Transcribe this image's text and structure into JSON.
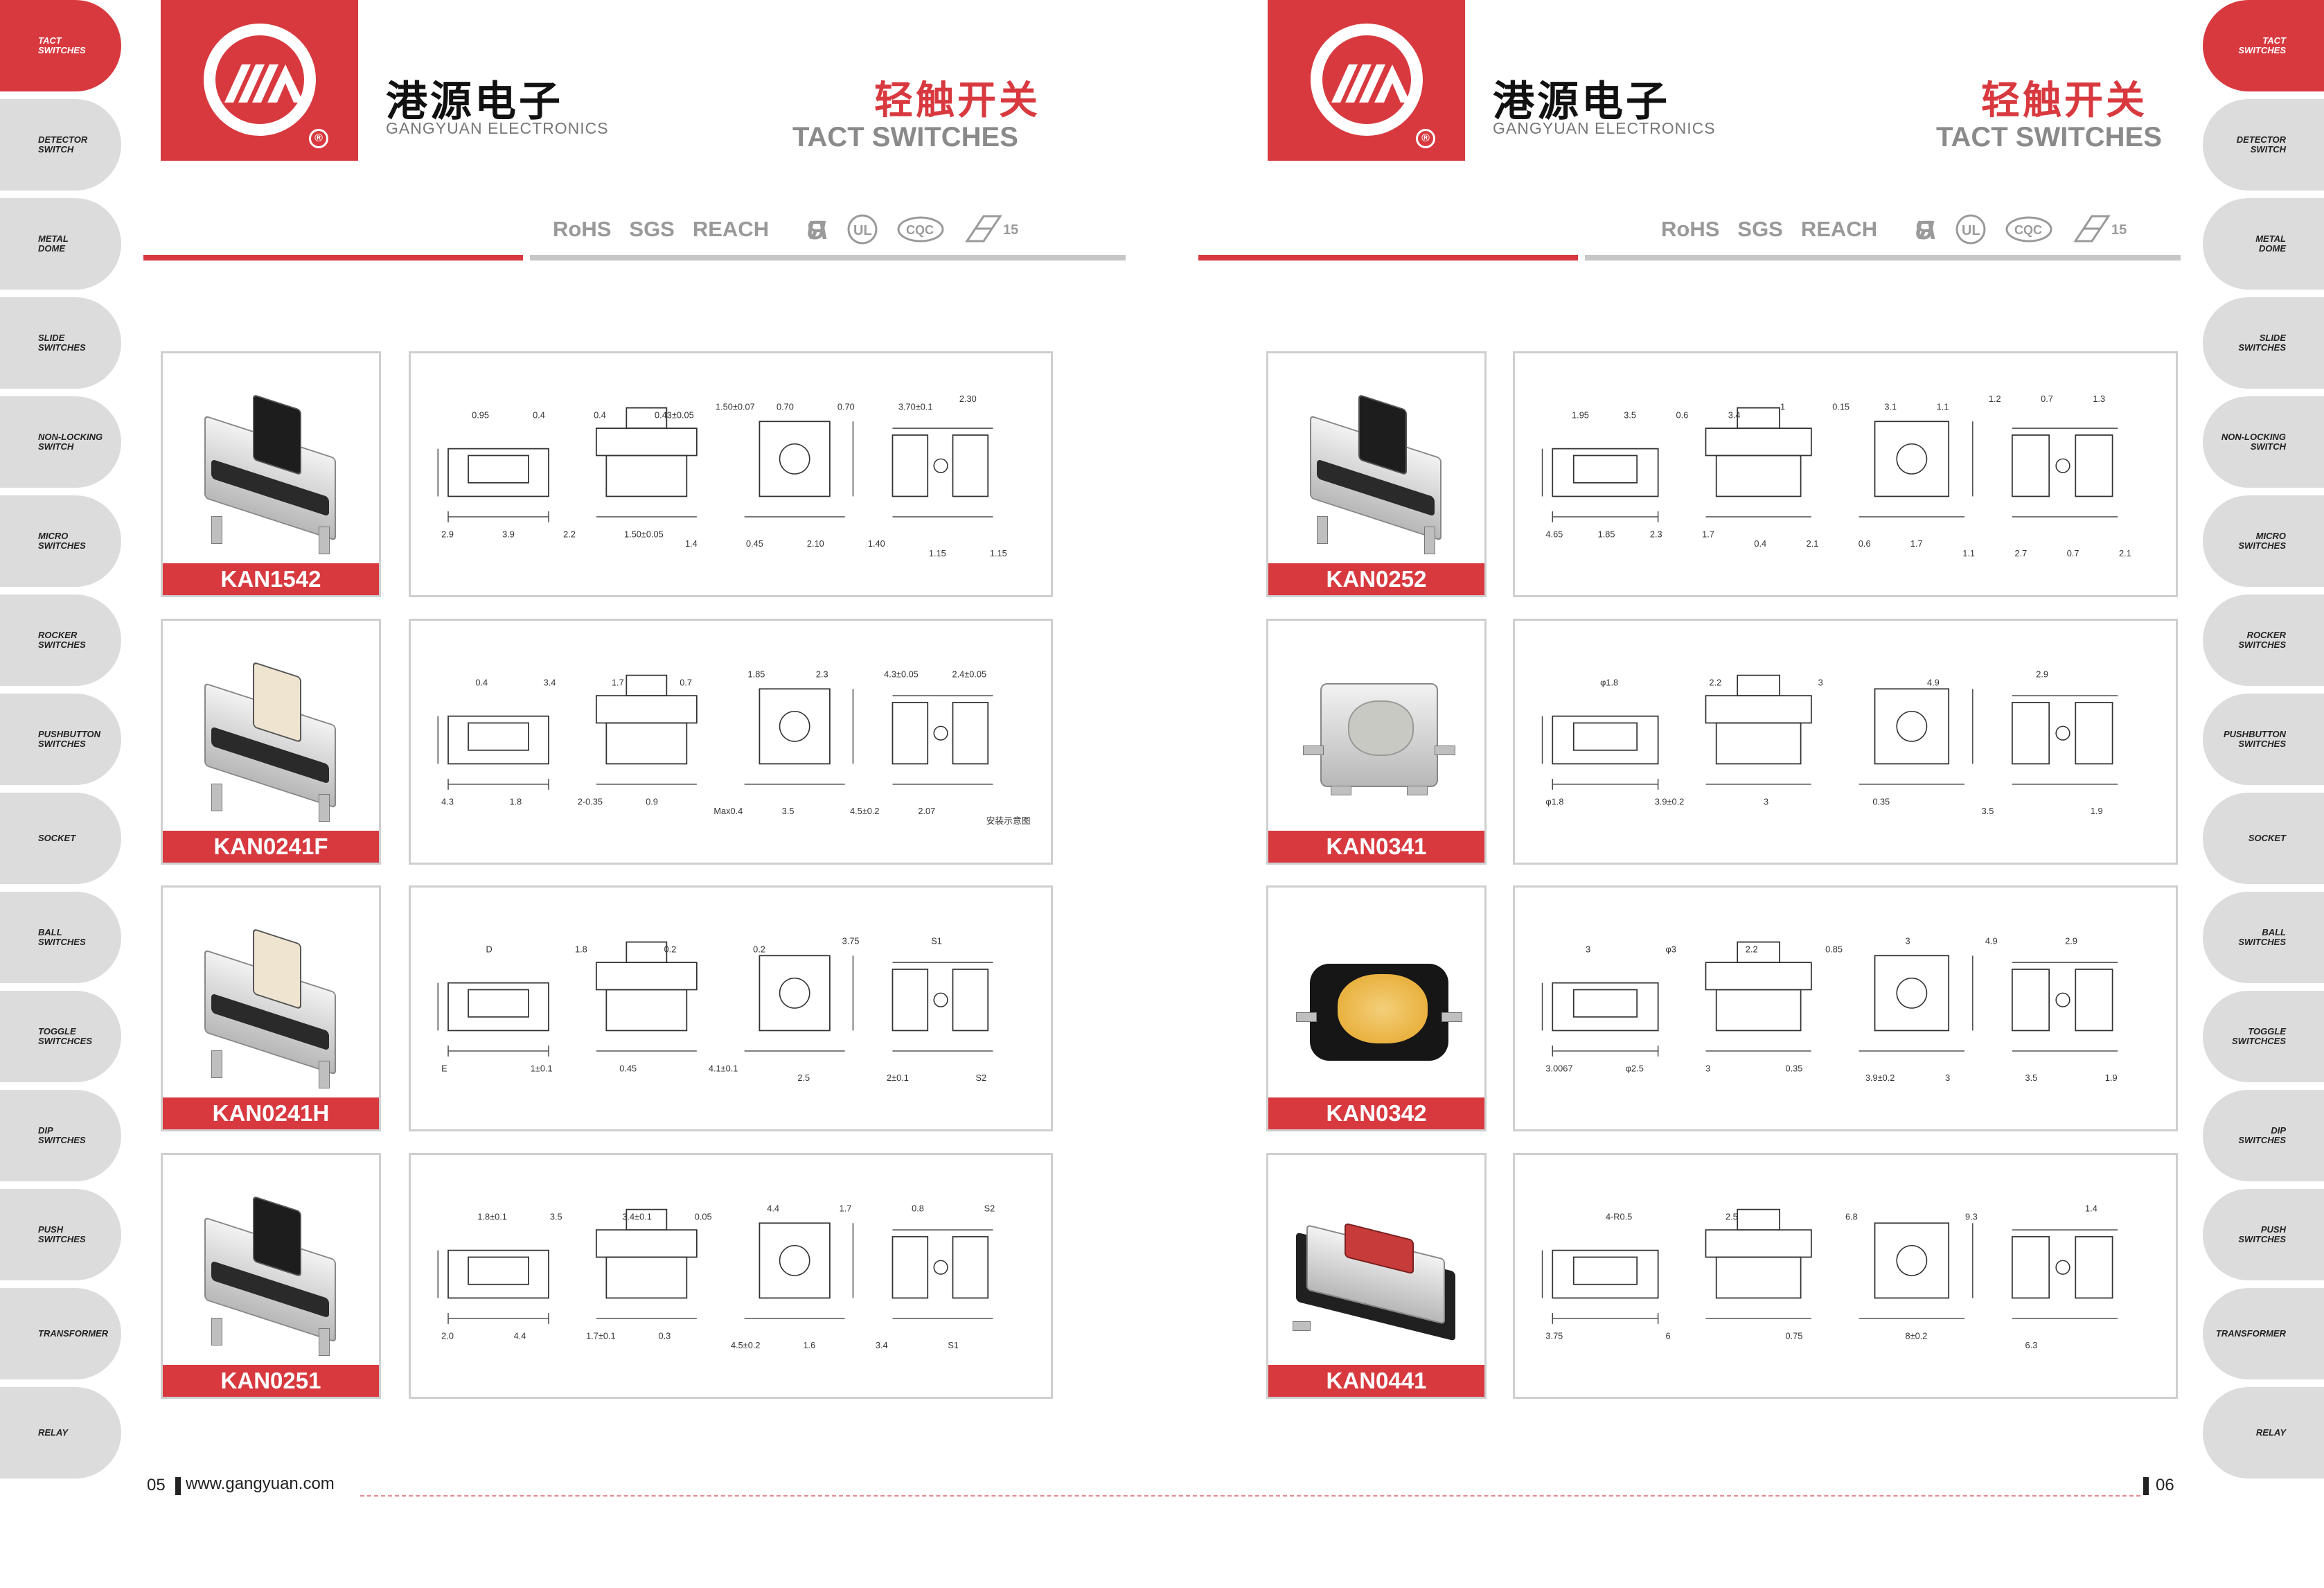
{
  "tabs": [
    "TACT\nSWITCHES",
    "DETECTOR\nSWITCH",
    "METAL\nDOME",
    "SLIDE\nSWITCHES",
    "NON-LOCKING\nSWITCH",
    "MICRO\nSWITCHES",
    "ROCKER\nSWITCHES",
    "PUSHBUTTON\nSWITCHES",
    "SOCKET",
    "BALL\nSWITCHES",
    "TOGGLE\nSWITCHCES",
    "DIP\nSWITCHES",
    "PUSH\nSWITCHES",
    "TRANSFORMER",
    "RELAY"
  ],
  "brand": {
    "cn": "港源电子",
    "en": "GANGYUAN ELECTRONICS",
    "reg": "®"
  },
  "title": {
    "cn": "轻触开关",
    "en": "TACT SWITCHES"
  },
  "certs": {
    "rohs": "RoHS",
    "sgs": "SGS",
    "reach": "REACH",
    "ul": "UL",
    "cqc": "CQC",
    "ce": "15"
  },
  "colors": {
    "accent": "#d8393f",
    "tab_grey": "#dcdcdc",
    "rule_grey": "#c6c6c6"
  },
  "products_left": [
    {
      "model": "KAN1542",
      "actuator": "black"
    },
    {
      "model": "KAN0241F",
      "actuator": "cream"
    },
    {
      "model": "KAN0241H",
      "actuator": "cream"
    },
    {
      "model": "KAN0251",
      "actuator": "black"
    }
  ],
  "products_right": [
    {
      "model": "KAN0252",
      "actuator": "black"
    },
    {
      "model": "KAN0341",
      "actuator": "grey"
    },
    {
      "model": "KAN0342",
      "actuator": "yellow"
    },
    {
      "model": "KAN0441",
      "actuator": "red"
    }
  ],
  "dims": {
    "d1": [
      "2.9",
      "0.95",
      "3.9",
      "0.4",
      "2.2",
      "0.4",
      "1.50±0.05",
      "0.43±0.05",
      "1.4",
      "1.50±0.07",
      "0.45",
      "0.70",
      "2.10",
      "0.70",
      "1.40",
      "3.70±0.1",
      "1.15",
      "2.30",
      "1.15"
    ],
    "d2": [
      "4.3",
      "0.4",
      "1.8",
      "3.4",
      "2-0.35",
      "1.7",
      "0.9",
      "0.7",
      "Max0.4",
      "1.85",
      "3.5",
      "2.3",
      "4.5±0.2",
      "4.3±0.05",
      "2.07",
      "2.4±0.05",
      "安装示意图"
    ],
    "d3": [
      "E",
      "D",
      "1±0.1",
      "1.8",
      "0.45",
      "0.2",
      "4.1±0.1",
      "0.2",
      "2.5",
      "3.75",
      "2±0.1",
      "S1",
      "S2"
    ],
    "d4": [
      "2.0",
      "1.8±0.1",
      "4.4",
      "3.5",
      "1.7±0.1",
      "3.4±0.1",
      "0.3",
      "0.05",
      "4.5±0.2",
      "4.4",
      "1.6",
      "1.7",
      "3.4",
      "0.8",
      "S1",
      "S2"
    ],
    "d5": [
      "4.65",
      "1.95",
      "1.85",
      "3.5",
      "2.3",
      "0.6",
      "1.7",
      "3.4",
      "0.4",
      "1",
      "2.1",
      "0.15",
      "0.6",
      "3.1",
      "1.7",
      "1.1",
      "1.1",
      "1.2",
      "2.7",
      "0.7",
      "0.7",
      "1.3",
      "2.1"
    ],
    "d6": [
      "φ1.8",
      "φ1.8",
      "3.9±0.2",
      "2.2",
      "3",
      "3",
      "0.35",
      "4.9",
      "3.5",
      "2.9",
      "1.9"
    ],
    "d7": [
      "3.0067",
      "3",
      "φ2.5",
      "φ3",
      "3",
      "2.2",
      "0.35",
      "0.85",
      "3.9±0.2",
      "3",
      "3",
      "4.9",
      "3.5",
      "2.9",
      "1.9"
    ],
    "d8": [
      "3.75",
      "4-R0.5",
      "6",
      "2.5",
      "0.75",
      "6.8",
      "8±0.2",
      "9.3",
      "6.3",
      "1.4"
    ]
  },
  "footer": {
    "left_page": "05",
    "url": "www.gangyuan.com",
    "right_page": "06"
  }
}
